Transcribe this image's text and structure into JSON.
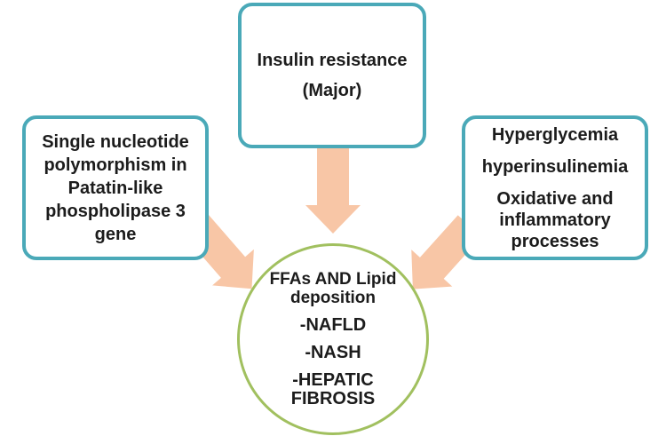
{
  "colors": {
    "box-border": "#4AA9B8",
    "circle-border": "#A1C05F",
    "arrow": "#F8C6A6",
    "text": "#1C1C1C",
    "background": "#FFFFFF"
  },
  "boxes": {
    "top": {
      "lines": [
        "Insulin resistance",
        "(Major)"
      ]
    },
    "left": {
      "lines": [
        "Single nucleotide",
        "polymorphism in",
        "Patatin-like",
        "phospholipase 3",
        "gene"
      ]
    },
    "right": {
      "paragraphs": [
        "Hyperglycemia",
        "hyperinsulinemia",
        "Oxidative and inflammatory processes"
      ]
    }
  },
  "circle": {
    "heading_lines": [
      "FFAs AND Lipid",
      "deposition"
    ],
    "items": [
      "-NAFLD",
      "-NASH",
      "-HEPATIC FIBROSIS"
    ]
  },
  "arrows": {
    "top": "down-arrow",
    "left": "down-right-arrow",
    "right": "down-left-arrow"
  }
}
